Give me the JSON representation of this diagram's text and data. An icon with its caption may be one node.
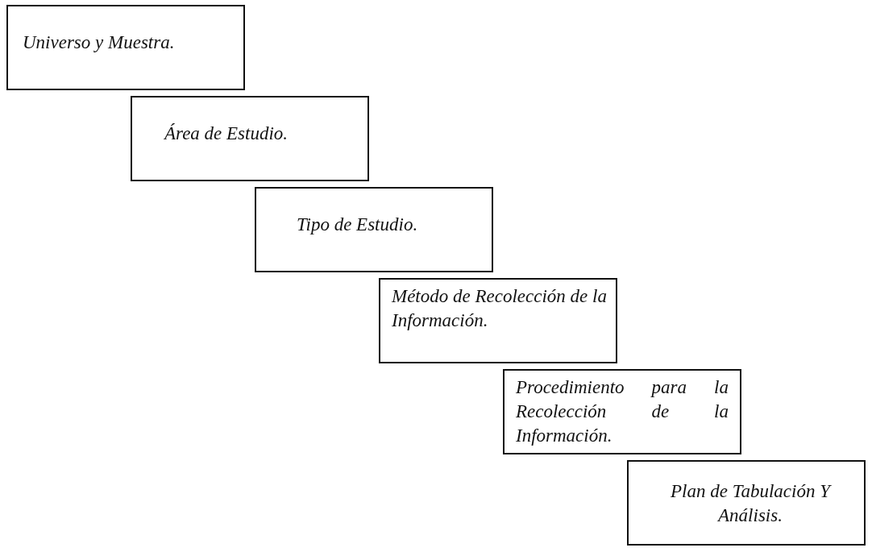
{
  "diagram": {
    "nodes": [
      {
        "text": [
          "Universo y Muestra."
        ]
      },
      {
        "text": [
          "Área de Estudio."
        ]
      },
      {
        "text": [
          "Tipo de Estudio."
        ]
      },
      {
        "text": [
          "Método de Recolección de la Información."
        ]
      },
      {
        "text": [
          "Procedimiento para la Recolección de la Información."
        ]
      },
      {
        "text": [
          "Plan de Tabulación Y Análisis."
        ]
      }
    ]
  }
}
